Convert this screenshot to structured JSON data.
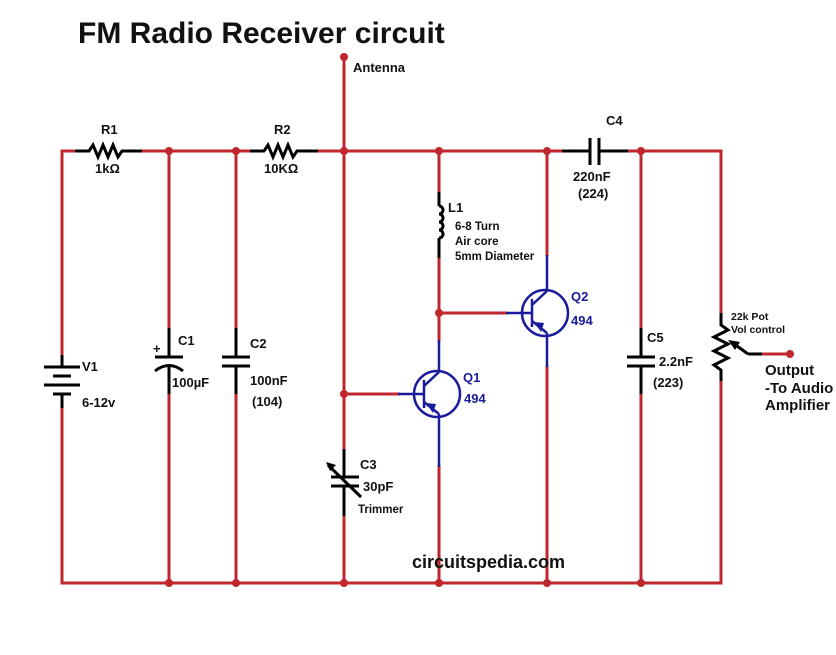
{
  "title": "FM Radio Receiver circuit",
  "watermark": "circuitspedia.com",
  "colors": {
    "wire": "#c0272d",
    "component": "#000000",
    "transistor": "#1a1a9c",
    "background": "#ffffff"
  },
  "antenna": {
    "label": "Antenna"
  },
  "components": {
    "R1": {
      "ref": "R1",
      "value": "1kΩ",
      "type": "resistor"
    },
    "R2": {
      "ref": "R2",
      "value": "10KΩ",
      "type": "resistor"
    },
    "V1": {
      "ref": "V1",
      "value": "6-12v",
      "type": "battery"
    },
    "C1": {
      "ref": "C1",
      "value": "100µF",
      "polarity": "+",
      "type": "electrolytic-capacitor"
    },
    "C2": {
      "ref": "C2",
      "value": "100nF",
      "code": "(104)",
      "type": "capacitor"
    },
    "C3": {
      "ref": "C3",
      "value": "30pF",
      "note": "Trimmer",
      "type": "variable-capacitor"
    },
    "C4": {
      "ref": "C4",
      "value": "220nF",
      "code": "(224)",
      "type": "capacitor"
    },
    "C5": {
      "ref": "C5",
      "value": "2.2nF",
      "code": "(223)",
      "type": "capacitor"
    },
    "L1": {
      "ref": "L1",
      "notes": [
        "6-8 Turn",
        "Air core",
        "5mm Diameter"
      ],
      "type": "inductor"
    },
    "Q1": {
      "ref": "Q1",
      "value": "494",
      "type": "pnp-transistor"
    },
    "Q2": {
      "ref": "Q2",
      "value": "494",
      "type": "pnp-transistor"
    },
    "POT": {
      "notes": [
        "22k Pot",
        "Vol control"
      ],
      "type": "potentiometer"
    }
  },
  "output": {
    "lines": [
      "Output",
      "-To Audio",
      "Amplifier"
    ]
  }
}
